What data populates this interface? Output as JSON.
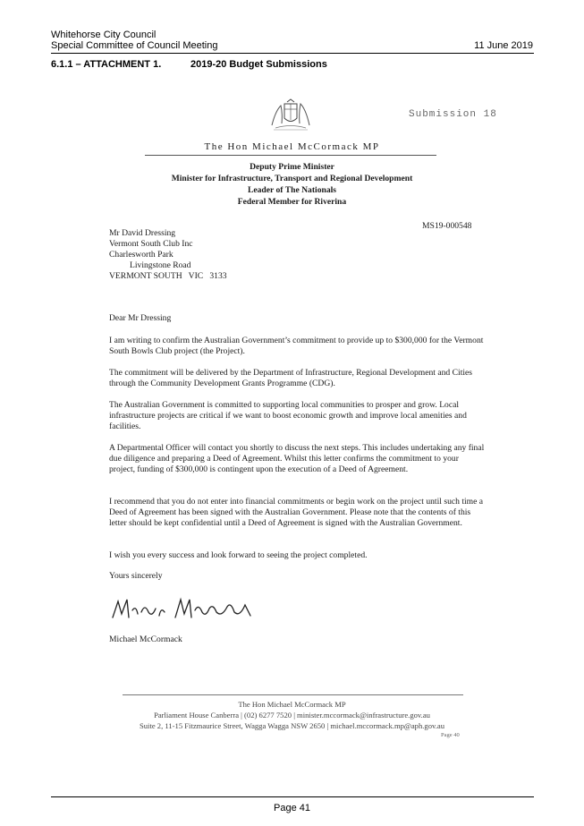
{
  "header": {
    "org": "Whitehorse City Council",
    "meeting": "Special Committee of Council Meeting",
    "date": "11 June 2019",
    "attachment": "6.1.1 – ATTACHMENT 1.",
    "attachment_title": "2019-20 Budget Submissions"
  },
  "letter": {
    "submission_stamp": "Submission 18",
    "letterhead_name": "The Hon Michael McCormack MP",
    "titles": [
      "Deputy Prime Minister",
      "Minister for Infrastructure, Transport and Regional Development",
      "Leader of The Nationals",
      "Federal Member for Riverina"
    ],
    "reference": "MS19-000548",
    "address": [
      "Mr David Dressing",
      "Vermont South Club Inc",
      "Charlesworth Park",
      "Livingstone Road",
      "VERMONT SOUTH   VIC   3133"
    ],
    "salutation": "Dear Mr Dressing",
    "paragraphs": [
      "I am writing to confirm the Australian Government’s commitment to provide up to $300,000 for the Vermont South Bowls Club project (the Project).",
      "The commitment will be delivered by the Department of Infrastructure, Regional Development and Cities through the Community Development Grants Programme (CDG).",
      "The Australian Government is committed to supporting local communities to prosper and grow. Local infrastructure projects are critical if we want to boost economic growth and improve local amenities and facilities.",
      "A Departmental Officer will contact you shortly to discuss the next steps. This includes undertaking any final due diligence and preparing a Deed of Agreement. Whilst this letter confirms the commitment to your project, funding of $300,000 is contingent upon the execution of a Deed of Agreement.",
      "I recommend that you do not enter into financial commitments or begin work on the project until such time a Deed of Agreement has been signed with the Australian Government. Please note that the contents of this letter should be kept confidential until a Deed of Agreement is signed with the Australian Government.",
      "I wish you every success and look forward to seeing the project completed."
    ],
    "closing": "Yours sincerely",
    "signature_text": "Michael McCormack",
    "signatory": "Michael McCormack",
    "footer": {
      "name": "The Hon Michael McCormack MP",
      "line1": "Parliament House Canberra | (02) 6277 7520 | minister.mccormack@infrastructure.gov.au",
      "line2": "Suite 2, 11-15 Fitzmaurice Street, Wagga Wagga NSW 2650 | michael.mccormack.mp@aph.gov.au",
      "page_marker": "Page 40"
    }
  },
  "page_footer": {
    "page": "Page 41"
  }
}
